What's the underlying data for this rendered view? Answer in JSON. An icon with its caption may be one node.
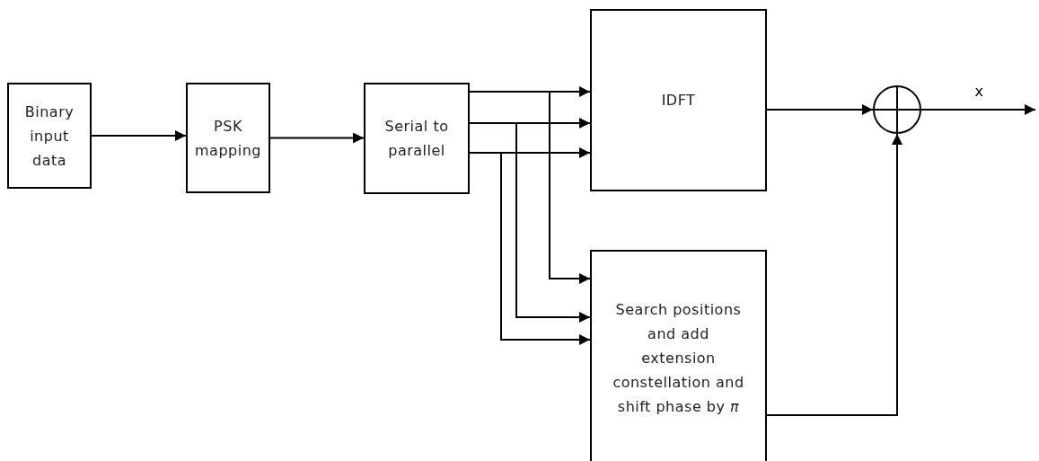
{
  "diagram": {
    "nodes": [
      {
        "text": [
          "Binary input data"
        ]
      },
      {
        "text": [
          "PSK mapping"
        ]
      },
      {
        "text": [
          "Serial to parallel"
        ]
      },
      {
        "text": [
          "IDFT"
        ]
      },
      {
        "text": [
          "Search positions and add extension constellation and shift phase by *π*"
        ]
      },
      {
        "text": [],
        "shape": "circle"
      }
    ],
    "edges": [
      {
        "from": 0,
        "to": 1,
        "arrow": "to"
      },
      {
        "from": 1,
        "to": 2,
        "arrow": "to"
      },
      {
        "from": 2,
        "to": 3,
        "arrow": "to"
      },
      {
        "from": 2,
        "to": 3,
        "arrow": "to"
      },
      {
        "from": 2,
        "to": 3,
        "arrow": "to"
      },
      {
        "from": 2,
        "to": 4,
        "arrow": "to"
      },
      {
        "from": 2,
        "to": 4,
        "arrow": "to"
      },
      {
        "from": 2,
        "to": 4,
        "arrow": "to"
      },
      {
        "from": 3,
        "to": 5,
        "arrow": "to"
      },
      {
        "from": 4,
        "to": 5,
        "arrow": "to"
      },
      {
        "from": 5,
        "to": null,
        "arrow": "to",
        "label": "x"
      }
    ]
  }
}
